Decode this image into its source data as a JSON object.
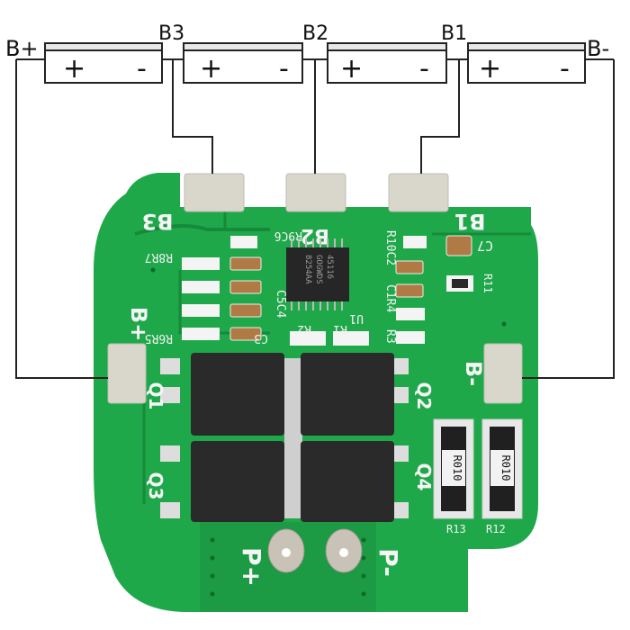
{
  "cells": [
    {
      "plus": "+",
      "minus": "-"
    },
    {
      "plus": "+",
      "minus": "-"
    },
    {
      "plus": "+",
      "minus": "-"
    },
    {
      "plus": "+",
      "minus": "-"
    }
  ],
  "terminals": {
    "b_plus": "B+",
    "b3": "B3",
    "b2": "B2",
    "b1": "B1",
    "b_minus": "B-"
  },
  "board": {
    "pad_b3": "B3",
    "pad_b2": "B2",
    "pad_b1": "B1",
    "pad_bplus": "B+",
    "pad_bminus": "B-",
    "p_plus": "P+",
    "p_minus": "P-",
    "q1": "Q1",
    "q2": "Q2",
    "q3": "Q3",
    "q4": "Q4",
    "r9c6": "R9C6",
    "r8r7": "R8R7",
    "c5c4": "C5C4",
    "r6r5": "R6R5",
    "c3": "C3",
    "r10c2": "R10C2",
    "c1r4": "C1R4",
    "r3": "R3",
    "r2": "R2",
    "r1": "R1",
    "u1": "U1",
    "c7": "C7",
    "r11": "R11",
    "r13": "R13",
    "r12": "R12",
    "res1": "R010",
    "res2": "R010",
    "ic_line1": "8254AA",
    "ic_line2": "GOGWDS",
    "ic_line3": "45116"
  },
  "colors": {
    "pcb": "#1fa84a",
    "pcb_dark": "#178a3c",
    "pad": "#d9d6cc",
    "wire": "#222222",
    "mosfet": "#2a2a2a"
  }
}
